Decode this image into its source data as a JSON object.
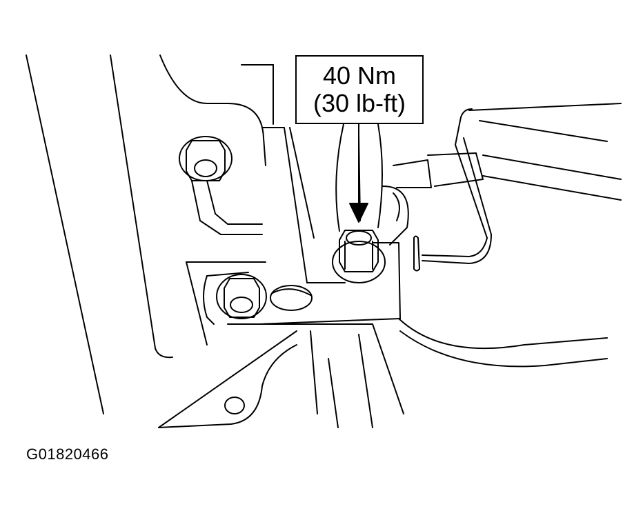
{
  "callout": {
    "torque_metric": "40 Nm",
    "torque_imperial": "(30 lb-ft)"
  },
  "figure": {
    "id": "G01820466"
  },
  "colors": {
    "ink": "#000000",
    "paper": "#ffffff"
  }
}
